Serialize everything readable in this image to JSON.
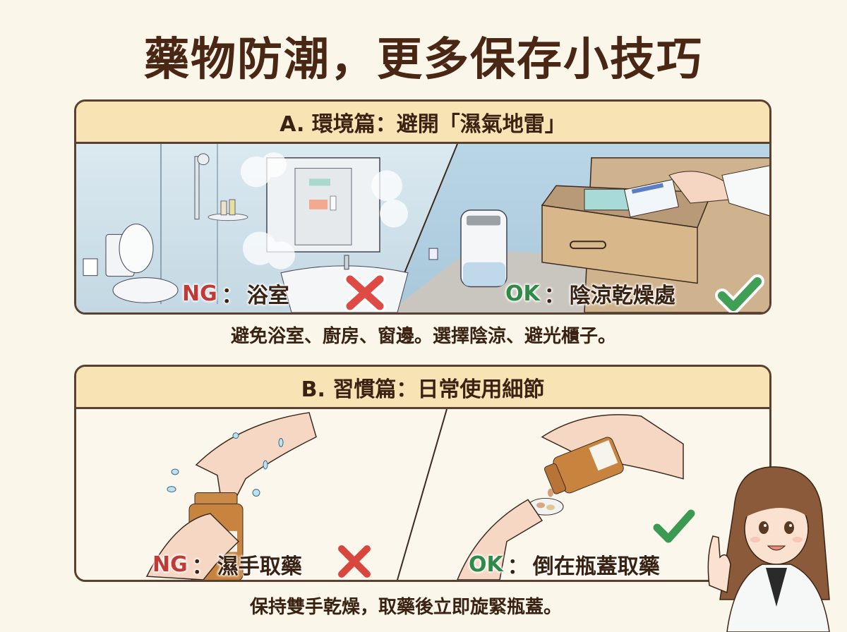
{
  "title": "藥物防潮，更多保存小技巧",
  "colors": {
    "background": "#faf6ea",
    "header_bg": "#f7e3b4",
    "border": "#5a4030",
    "text": "#3a2212",
    "ng_red": "#c23a36",
    "ok_green": "#2f8a48"
  },
  "sections": [
    {
      "header": "A. 環境篇：避開「濕氣地雷」",
      "bad": {
        "tag": "NG",
        "separator": "：",
        "text": "浴室",
        "icon": "cross-icon",
        "scene": "steamy-bathroom"
      },
      "good": {
        "tag": "OK",
        "separator": "：",
        "text": "陰涼乾燥處",
        "icon": "checkmark-icon",
        "scene": "dehumidifier-and-drawer"
      },
      "caption": "避免浴室、廚房、窗邊。選擇陰涼、避光櫃子。"
    },
    {
      "header": "B. 習慣篇：日常使用細節",
      "bad": {
        "tag": "NG",
        "separator": "：",
        "text": "濕手取藥",
        "icon": "cross-icon",
        "scene": "wet-hand-reaching-into-bottle"
      },
      "good": {
        "tag": "OK",
        "separator": "：",
        "text": "倒在瓶蓋取藥",
        "icon": "checkmark-icon",
        "scene": "pouring-pills-into-cap"
      },
      "caption": "保持雙手乾燥，取藥後立即旋緊瓶蓋。"
    }
  ],
  "mascot": "pharmacist-character"
}
